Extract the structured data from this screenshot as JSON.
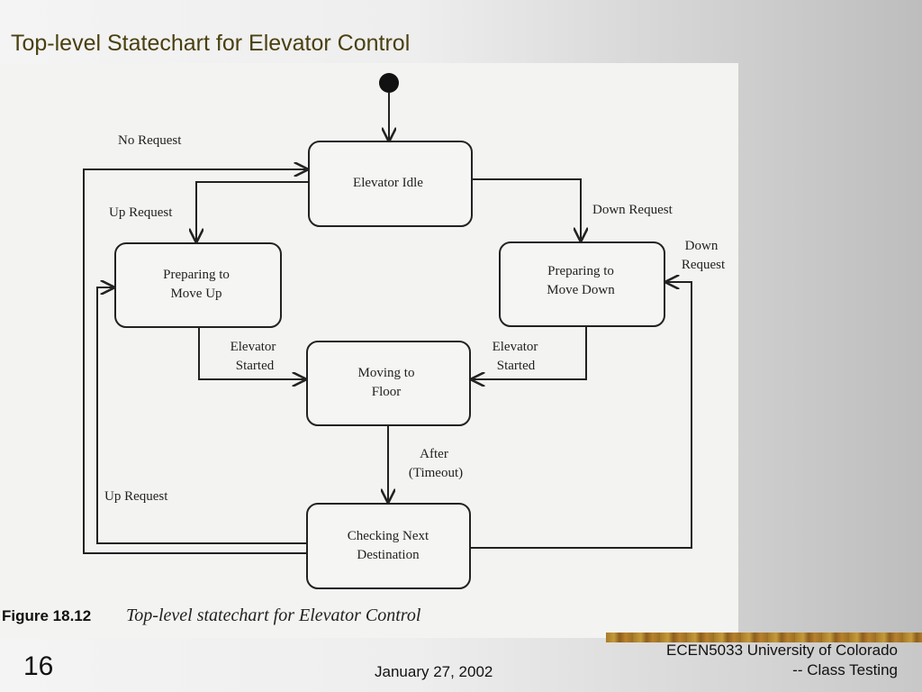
{
  "slide": {
    "title": "Top-level Statechart for Elevator Control",
    "number": "16",
    "date": "January 27, 2002",
    "course_line1": "ECEN5033 University of Colorado",
    "course_line2": "-- Class Testing"
  },
  "diagram": {
    "states": {
      "idle": "Elevator Idle",
      "prep_up_1": "Preparing to",
      "prep_up_2": "Move Up",
      "prep_down_1": "Preparing to",
      "prep_down_2": "Move Down",
      "moving_1": "Moving to",
      "moving_2": "Floor",
      "checking_1": "Checking Next",
      "checking_2": "Destination"
    },
    "transitions": {
      "no_request": "No Request",
      "up_request_top": "Up Request",
      "down_request_top": "Down Request",
      "down_request_right_1": "Down",
      "down_request_right_2": "Request",
      "elevator_started_left_1": "Elevator",
      "elevator_started_left_2": "Started",
      "elevator_started_right_1": "Elevator",
      "elevator_started_right_2": "Started",
      "after_1": "After",
      "after_2": "(Timeout)",
      "up_request_bottom": "Up Request"
    },
    "caption": {
      "figure_number": "Figure 18.12",
      "text": "Top-level statechart for Elevator Control"
    }
  }
}
